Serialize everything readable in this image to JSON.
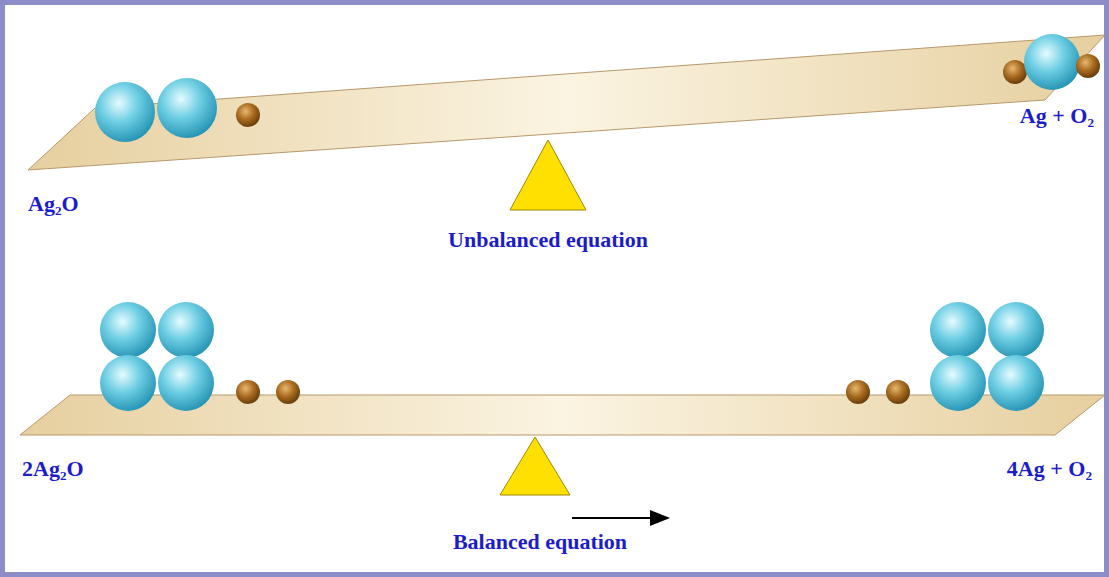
{
  "diagram": {
    "labels": [
      "Ag₂O",
      "Ag + O₂",
      "Unbalanced equation",
      "2Ag₂O",
      "4Ag + O₂",
      "Balanced equation"
    ]
  }
}
